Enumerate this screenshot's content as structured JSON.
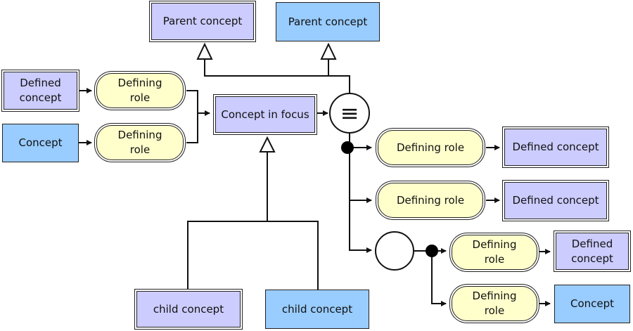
{
  "nodes": {
    "parent_concept_defined": "Parent concept",
    "parent_concept_primitive": "Parent concept",
    "defined_concept_left": "Defined\nconcept",
    "concept_left": "Concept",
    "defining_role_left_top": "Defining\nrole",
    "defining_role_left_bottom": "Defining\nrole",
    "concept_in_focus": "Concept in focus",
    "defining_role_right_1": "Defining role",
    "defined_concept_right_1": "Defined concept",
    "defining_role_right_2": "Defining role",
    "defined_concept_right_2": "Defined concept",
    "defining_role_group_1": "Defining\nrole",
    "defined_concept_group": "Defined\nconcept",
    "defining_role_group_2": "Defining\nrole",
    "concept_group": "Concept",
    "child_concept_defined": "child concept",
    "child_concept_primitive": "child concept"
  },
  "definition_status_symbol": "≡",
  "colors": {
    "defined_concept_fill": "#ccccff",
    "primitive_concept_fill": "#99ccff",
    "role_fill": "#ffffcc",
    "outline": "#222222"
  }
}
